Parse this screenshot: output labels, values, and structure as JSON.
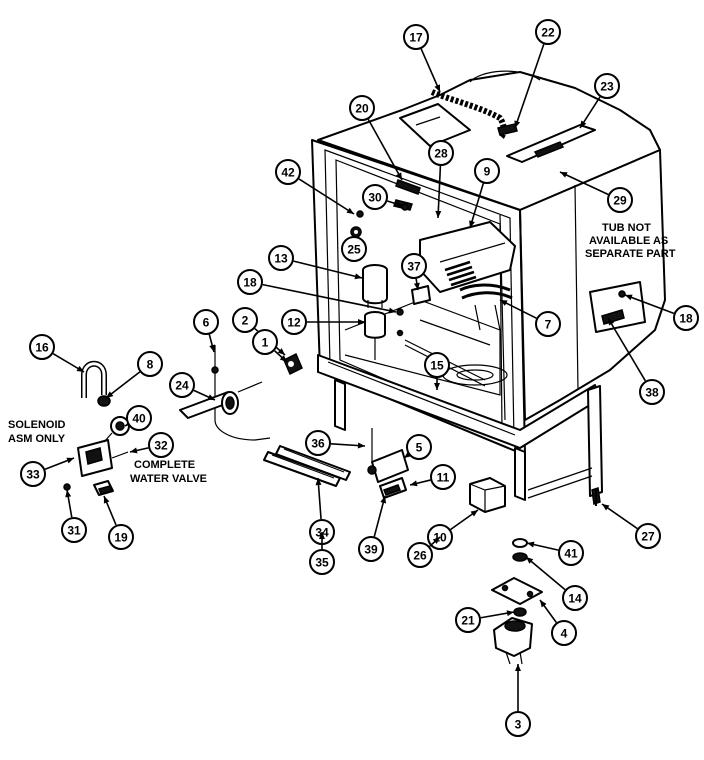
{
  "notes": {
    "tub_line1": "TUB NOT",
    "tub_line2": "AVAILABLE AS",
    "tub_line3": "SEPARATE PART",
    "solenoid_line1": "SOLENOID",
    "solenoid_line2": "ASM ONLY",
    "valve_line1": "COMPLETE",
    "valve_line2": "WATER VALVE"
  },
  "callouts": [
    {
      "label": "17"
    },
    {
      "label": "22"
    },
    {
      "label": "23"
    },
    {
      "label": "20"
    },
    {
      "label": "28"
    },
    {
      "label": "9"
    },
    {
      "label": "42"
    },
    {
      "label": "30"
    },
    {
      "label": "29"
    },
    {
      "label": "25"
    },
    {
      "label": "13"
    },
    {
      "label": "37"
    },
    {
      "label": "18"
    },
    {
      "label": "6"
    },
    {
      "label": "2"
    },
    {
      "label": "12"
    },
    {
      "label": "7"
    },
    {
      "label": "18"
    },
    {
      "label": "1"
    },
    {
      "label": "16"
    },
    {
      "label": "8"
    },
    {
      "label": "15"
    },
    {
      "label": "24"
    },
    {
      "label": "38"
    },
    {
      "label": "40"
    },
    {
      "label": "32"
    },
    {
      "label": "33"
    },
    {
      "label": "36"
    },
    {
      "label": "5"
    },
    {
      "label": "11"
    },
    {
      "label": "10"
    },
    {
      "label": "26"
    },
    {
      "label": "31"
    },
    {
      "label": "19"
    },
    {
      "label": "34"
    },
    {
      "label": "35"
    },
    {
      "label": "39"
    },
    {
      "label": "27"
    },
    {
      "label": "41"
    },
    {
      "label": "14"
    },
    {
      "label": "21"
    },
    {
      "label": "4"
    },
    {
      "label": "3"
    }
  ]
}
